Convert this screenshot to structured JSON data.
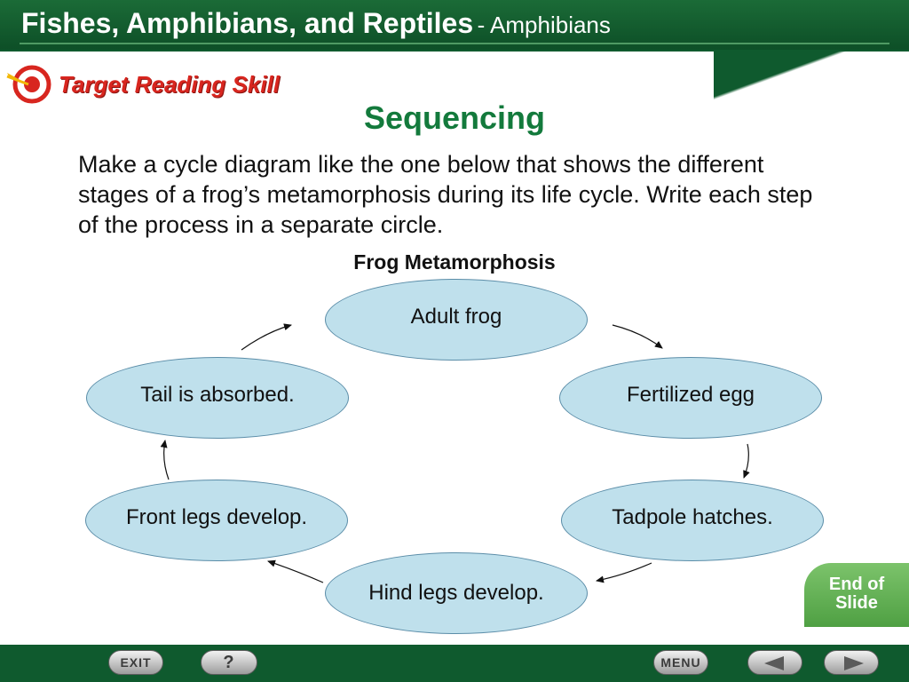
{
  "header": {
    "title": "Fishes, Amphibians, and Reptiles",
    "subtitle": "- Amphibians"
  },
  "target_skill_label": "Target Reading Skill",
  "page_title": "Sequencing",
  "instructions": "Make a cycle diagram like the one below that shows the different stages of a frog’s metamorphosis during its life cycle. Write each step of the process in a separate circle.",
  "diagram": {
    "title": "Frog Metamorphosis",
    "stages": [
      "Adult frog",
      "Fertilized egg",
      "Tadpole hatches.",
      "Hind legs develop.",
      "Front legs develop.",
      "Tail is absorbed."
    ]
  },
  "end_of_slide": {
    "line1": "End of",
    "line2": "Slide"
  },
  "nav": {
    "exit": "EXIT",
    "help": "?",
    "menu": "MENU"
  },
  "colors": {
    "header_green": "#0f5a2e",
    "title_green": "#137a3c",
    "stage_fill": "#bfe0ec",
    "target_red": "#d8261f"
  }
}
